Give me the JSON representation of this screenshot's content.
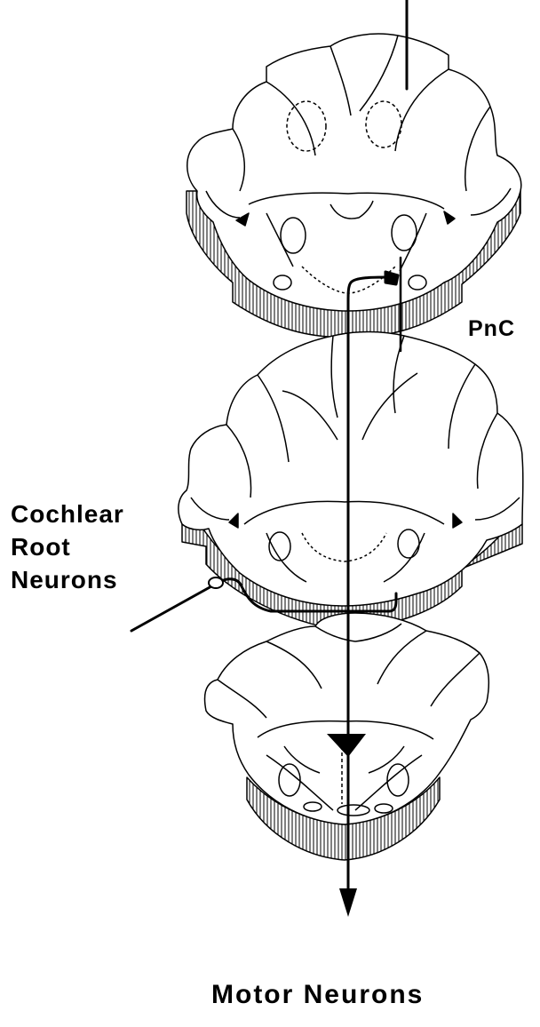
{
  "labels": {
    "pnc": "PnC",
    "cochlear_line1": "Cochlear",
    "cochlear_line2": "Root",
    "cochlear_line3": "Neurons",
    "motor": "Motor Neurons"
  },
  "colors": {
    "ink": "#000000",
    "paper": "#ffffff"
  }
}
